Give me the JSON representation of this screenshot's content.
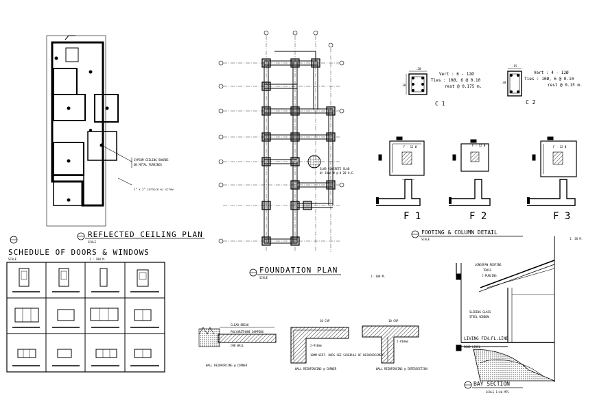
{
  "drawing": {
    "ceiling_plan": {
      "title": "REFLECTED CEILING PLAN",
      "scale": "SCALE",
      "note_gypsum": "GYPSUM CEILING BOARDS",
      "note_furring": "ON METAL FURRINGS",
      "note_cornice": "1\" x 2\" cornice w/ screw"
    },
    "foundation_plan": {
      "title": "FOUNDATION PLAN",
      "scale": "SCALE",
      "scale_value": "1: 100 M.",
      "slab_note_1": "SLAB CONCRETE SLAB",
      "slab_note_2": "W/ 10mm Ø @ 0.20 O.C."
    },
    "columns": {
      "c1_label": "C 1",
      "c1_dim_top": ".20",
      "c1_dim_side": ".30",
      "c1_vert": "Vert : 6 - 12Ø",
      "c1_ties": "Ties : 10Ø, 6 @ 0.10",
      "c1_rest": "rest @ 0.175 m.",
      "c2_label": "C 2",
      "c2_dim_top": ".15",
      "c2_dim_side": ".30",
      "c2_vert": "Vert : 4 - 12Ø",
      "c2_ties": "Ties : 10Ø, 6 @ 0.10",
      "c2_rest": "rest @ 0.15 m."
    },
    "footings": {
      "f1": "F 1",
      "f2": "F 2",
      "f3": "F 3",
      "f1_bar": "F - 12 Ø",
      "f2_bar": "F - 12 Ø",
      "f3_bar": "F - 12 Ø",
      "title": "FOOTING & COLUMN DETAIL",
      "scale": "SCALE"
    },
    "schedule": {
      "title": "SCHEDULE OF DOORS & WINDOWS",
      "scale": "SCALE",
      "scale_value": "1 : 100 M."
    },
    "wall_details": {
      "corner_caption": "WALL REINFORCING @ CORNER",
      "wall_caption": "WALL REINFORCING @ CORNER",
      "intersection_caption": "WALL REINFORCING @ INTERSECTION",
      "note_1": "CLEAR BREAK",
      "note_2": "POLYURETHANE DAMPING",
      "note_3": "CHB WALL",
      "note_4": "10MM VERT. BARS SEE SCHEDULE OF REINFORCEMENT",
      "bar_label": "2-#10mm",
      "cap_label": "10 CAP"
    },
    "bay_section": {
      "title": "BAY SECTION",
      "scale": "SCALE 1:40 MTS",
      "scale_top": "1: 20 M.",
      "roofing": "LONGSPAN ROOFING",
      "truss": "TRUSS",
      "purlins": "C-PURLINS",
      "glass": "SLIDING GLASS",
      "window": "STEEL WINDOW",
      "floor_line": "LIVING FIN.FL.LINE",
      "road": "ROAD LEVEL"
    }
  }
}
